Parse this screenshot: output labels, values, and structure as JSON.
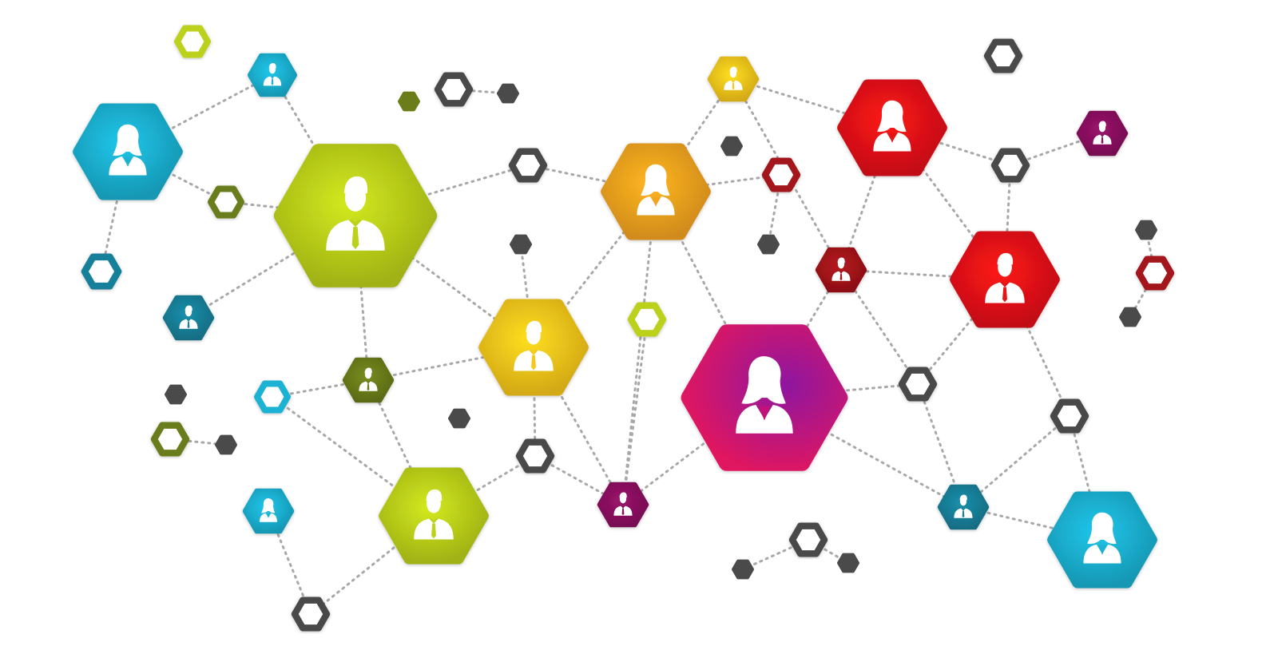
{
  "colors": {
    "background": "#ffffff",
    "connector": "#a8a8a8",
    "gray_node": "#4a4a4a",
    "cyan": "#1bb2d3",
    "teal": "#18809a",
    "lime": "#bcd11a",
    "olive": "#6a7d1a",
    "orange": "#f5a31e",
    "yellow": "#f8c71b",
    "red": "#e51216",
    "darkred": "#a3131a",
    "magenta": "#c1127a",
    "purple": "#8b1160",
    "icon": "#ffffff"
  },
  "nodes": [
    {
      "id": "cyan-woman-left",
      "color": "cyan",
      "icon": "woman-icon",
      "kind": "filled"
    },
    {
      "id": "cyan-man-top",
      "color": "cyan",
      "icon": "man-icon",
      "kind": "filled"
    },
    {
      "id": "lime-ring-top",
      "color": "lime",
      "kind": "ring"
    },
    {
      "id": "olive-ring-left",
      "color": "olive",
      "kind": "ring"
    },
    {
      "id": "teal-ring-left",
      "color": "teal",
      "kind": "ring"
    },
    {
      "id": "teal-man-left",
      "color": "teal",
      "icon": "man-icon",
      "kind": "filled"
    },
    {
      "id": "lime-man-big",
      "color": "lime",
      "icon": "man-icon",
      "kind": "filled"
    },
    {
      "id": "olive-dot-top",
      "color": "olive",
      "kind": "dot"
    },
    {
      "id": "gray-ring-top",
      "color": "gray_node",
      "kind": "ring"
    },
    {
      "id": "gray-dot-top",
      "color": "gray_node",
      "kind": "dot"
    },
    {
      "id": "gray-ring-mid-top",
      "color": "gray_node",
      "kind": "ring"
    },
    {
      "id": "gray-dot-mid",
      "color": "gray_node",
      "kind": "dot"
    },
    {
      "id": "orange-woman",
      "color": "orange",
      "icon": "woman-icon",
      "kind": "filled"
    },
    {
      "id": "yellow-man-top",
      "color": "yellow",
      "icon": "man-icon",
      "kind": "filled"
    },
    {
      "id": "gray-dot-center-top",
      "color": "gray_node",
      "kind": "dot"
    },
    {
      "id": "darkred-ring",
      "color": "darkred",
      "kind": "ring"
    },
    {
      "id": "gray-dot-center",
      "color": "gray_node",
      "kind": "dot"
    },
    {
      "id": "red-woman",
      "color": "red",
      "icon": "woman-icon",
      "kind": "filled"
    },
    {
      "id": "gray-ring-top-right",
      "color": "gray_node",
      "kind": "ring"
    },
    {
      "id": "purple-man-right",
      "color": "purple",
      "icon": "man-icon",
      "kind": "filled"
    },
    {
      "id": "gray-ring-right",
      "color": "gray_node",
      "kind": "ring"
    },
    {
      "id": "darkred-man",
      "color": "darkred",
      "icon": "man-icon",
      "kind": "filled"
    },
    {
      "id": "red-man",
      "color": "red",
      "icon": "man-icon",
      "kind": "filled"
    },
    {
      "id": "gray-dot-far-right-top",
      "color": "gray_node",
      "kind": "dot"
    },
    {
      "id": "darkred-ring-right",
      "color": "darkred",
      "kind": "ring"
    },
    {
      "id": "gray-dot-far-right",
      "color": "gray_node",
      "kind": "dot"
    },
    {
      "id": "yellow-man-center",
      "color": "yellow",
      "icon": "man-icon",
      "kind": "filled"
    },
    {
      "id": "lime-ring-center",
      "color": "lime",
      "kind": "ring"
    },
    {
      "id": "magenta-woman-big",
      "color": "magenta",
      "icon": "woman-icon",
      "kind": "filled"
    },
    {
      "id": "gray-ring-right-mid",
      "color": "gray_node",
      "kind": "ring"
    },
    {
      "id": "gray-ring-right-low",
      "color": "gray_node",
      "kind": "ring"
    },
    {
      "id": "olive-man-small",
      "color": "olive",
      "icon": "man-icon",
      "kind": "filled"
    },
    {
      "id": "cyan-ring-mid",
      "color": "cyan",
      "kind": "ring"
    },
    {
      "id": "gray-dot-left",
      "color": "gray_node",
      "kind": "dot"
    },
    {
      "id": "olive-ring-low",
      "color": "olive",
      "kind": "ring"
    },
    {
      "id": "gray-dot-left-low",
      "color": "gray_node",
      "kind": "dot"
    },
    {
      "id": "gray-dot-center-low",
      "color": "gray_node",
      "kind": "dot"
    },
    {
      "id": "gray-ring-center-low",
      "color": "gray_node",
      "kind": "ring"
    },
    {
      "id": "purple-man-low",
      "color": "purple",
      "icon": "man-icon",
      "kind": "filled"
    },
    {
      "id": "lime-man-low",
      "color": "lime",
      "icon": "man-icon",
      "kind": "filled"
    },
    {
      "id": "cyan-woman-low",
      "color": "cyan",
      "icon": "woman-icon",
      "kind": "filled"
    },
    {
      "id": "gray-ring-bottom",
      "color": "gray_node",
      "kind": "ring"
    },
    {
      "id": "gray-dot-bottom-1",
      "color": "gray_node",
      "kind": "dot"
    },
    {
      "id": "gray-ring-bottom-2",
      "color": "gray_node",
      "kind": "ring"
    },
    {
      "id": "gray-dot-bottom-3",
      "color": "gray_node",
      "kind": "dot"
    },
    {
      "id": "teal-man-right-low",
      "color": "teal",
      "icon": "man-icon",
      "kind": "filled"
    },
    {
      "id": "cyan-woman-right",
      "color": "cyan",
      "icon": "woman-icon",
      "kind": "filled"
    }
  ],
  "links": [
    [
      "cyan-woman-left",
      "cyan-man-top"
    ],
    [
      "cyan-woman-left",
      "olive-ring-left"
    ],
    [
      "cyan-woman-left",
      "teal-ring-left"
    ],
    [
      "cyan-man-top",
      "lime-man-big"
    ],
    [
      "olive-ring-left",
      "lime-man-big"
    ],
    [
      "teal-man-left",
      "lime-man-big"
    ],
    [
      "lime-man-big",
      "gray-ring-mid-top"
    ],
    [
      "lime-man-big",
      "olive-man-small"
    ],
    [
      "lime-man-big",
      "yellow-man-center"
    ],
    [
      "gray-ring-mid-top",
      "orange-woman"
    ],
    [
      "gray-ring-top",
      "gray-dot-top"
    ],
    [
      "orange-woman",
      "yellow-man-top"
    ],
    [
      "orange-woman",
      "darkred-ring"
    ],
    [
      "orange-woman",
      "yellow-man-center"
    ],
    [
      "orange-woman",
      "purple-man-low"
    ],
    [
      "orange-woman",
      "magenta-woman-big"
    ],
    [
      "yellow-man-top",
      "red-woman"
    ],
    [
      "yellow-man-top",
      "darkred-man"
    ],
    [
      "darkred-ring",
      "gray-dot-center"
    ],
    [
      "red-woman",
      "gray-ring-right"
    ],
    [
      "red-woman",
      "red-man"
    ],
    [
      "red-woman",
      "darkred-man"
    ],
    [
      "gray-ring-right",
      "purple-man-right"
    ],
    [
      "gray-ring-right",
      "red-man"
    ],
    [
      "darkred-man",
      "red-man"
    ],
    [
      "darkred-man",
      "magenta-woman-big"
    ],
    [
      "darkred-man",
      "gray-ring-right-mid"
    ],
    [
      "red-man",
      "gray-ring-right-mid"
    ],
    [
      "red-man",
      "gray-ring-right-low"
    ],
    [
      "gray-dot-far-right-top",
      "darkred-ring-right"
    ],
    [
      "darkred-ring-right",
      "gray-dot-far-right"
    ],
    [
      "gray-dot-mid",
      "yellow-man-center"
    ],
    [
      "yellow-man-center",
      "olive-man-small"
    ],
    [
      "yellow-man-center",
      "gray-ring-center-low"
    ],
    [
      "yellow-man-center",
      "purple-man-low"
    ],
    [
      "lime-ring-center",
      "purple-man-low"
    ],
    [
      "magenta-woman-big",
      "purple-man-low"
    ],
    [
      "magenta-woman-big",
      "gray-ring-right-mid"
    ],
    [
      "magenta-woman-big",
      "teal-man-right-low"
    ],
    [
      "gray-ring-right-mid",
      "teal-man-right-low"
    ],
    [
      "gray-ring-right-low",
      "teal-man-right-low"
    ],
    [
      "gray-ring-right-low",
      "cyan-woman-right"
    ],
    [
      "teal-man-right-low",
      "cyan-woman-right"
    ],
    [
      "olive-man-small",
      "cyan-ring-mid"
    ],
    [
      "olive-man-small",
      "lime-man-low"
    ],
    [
      "cyan-ring-mid",
      "lime-man-low"
    ],
    [
      "olive-ring-low",
      "gray-dot-left-low"
    ],
    [
      "lime-man-low",
      "gray-ring-center-low"
    ],
    [
      "lime-man-low",
      "gray-ring-bottom"
    ],
    [
      "gray-ring-center-low",
      "purple-man-low"
    ],
    [
      "cyan-woman-low",
      "gray-ring-bottom"
    ],
    [
      "gray-dot-bottom-1",
      "gray-ring-bottom-2"
    ],
    [
      "gray-ring-bottom-2",
      "gray-dot-bottom-3"
    ]
  ]
}
